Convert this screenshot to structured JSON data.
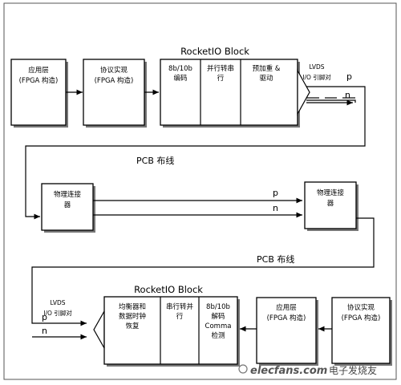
{
  "top_row": {
    "block_title": "RocketIO Block",
    "app_layer": [
      "应用层",
      "(FPGA 构造)"
    ],
    "protocol_engine": [
      "协议实现",
      "(FPGA 构造)"
    ],
    "encoder": [
      "8b/10b",
      "编码"
    ],
    "serializer": [
      "并行转串",
      "行"
    ],
    "pre_emphasis": [
      "预加重 &",
      "驱动"
    ],
    "lvds": [
      "LVDS",
      "I/O 引脚对"
    ],
    "p": "p",
    "n": "n"
  },
  "middle_row": {
    "pcb_top": "PCB 布线",
    "phy_left": [
      "物理连接",
      "器"
    ],
    "phy_right": [
      "物理连接",
      "器"
    ],
    "p": "p",
    "n": "n",
    "pcb_bottom": "PCB 布线"
  },
  "bottom_row": {
    "block_title": "RocketIO Block",
    "lvds": [
      "LVDS",
      "I/O 引脚对"
    ],
    "p": "p",
    "n": "n",
    "equalizer": [
      "均衡器和",
      "数据时钟",
      "恢复"
    ],
    "deserializer": [
      "串行转并",
      "行"
    ],
    "decoder": [
      "8b/10b",
      "解码",
      "Comma",
      "检测"
    ],
    "app_layer": [
      "应用层",
      "(FPGA 构造)"
    ],
    "protocol_engine": [
      "协议实现",
      "(FPGA 构造)"
    ]
  },
  "watermark": {
    "site": "elecfans.com",
    "cn": "电子发烧友"
  }
}
